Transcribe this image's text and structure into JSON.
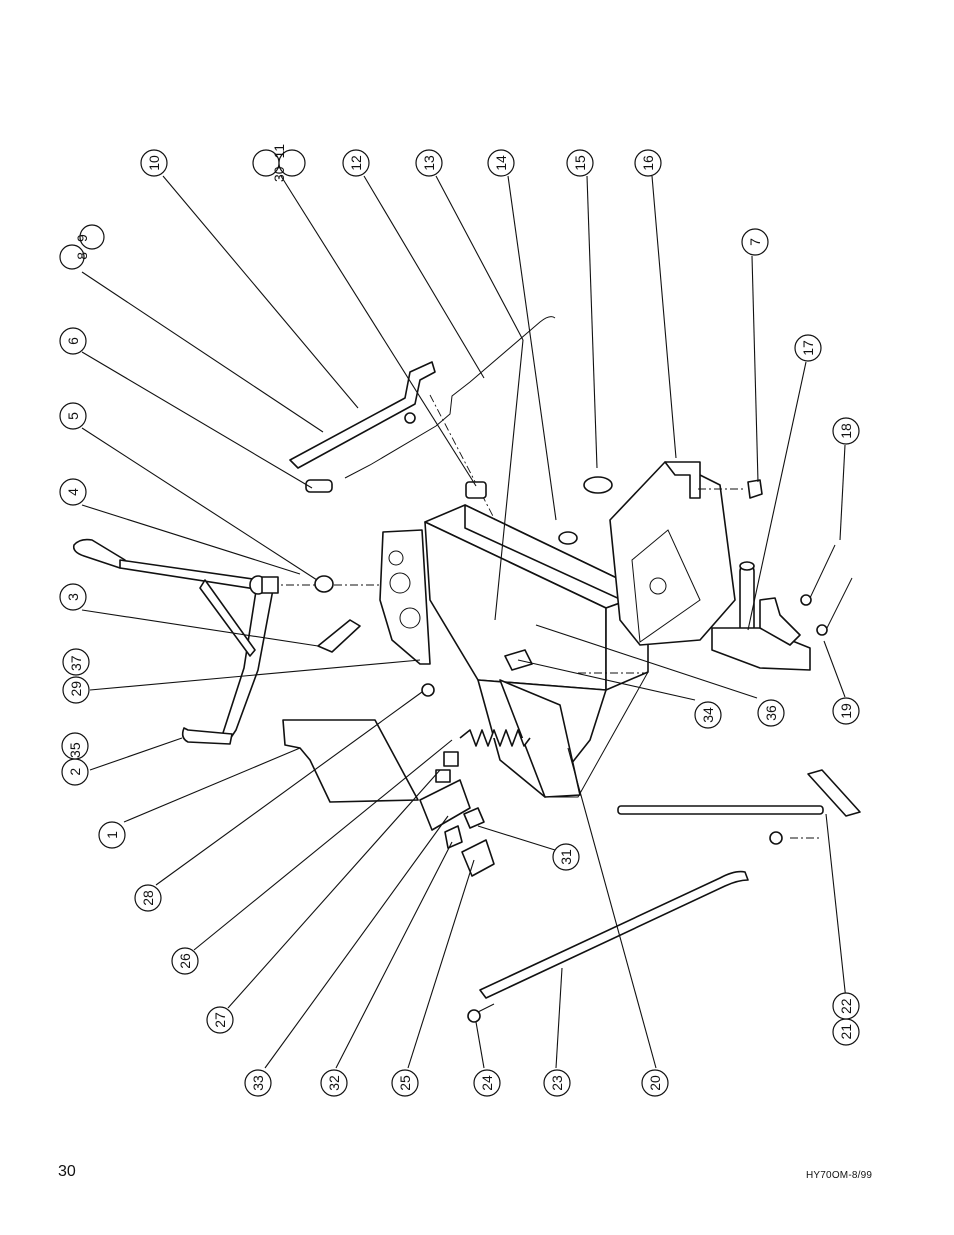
{
  "page": {
    "number": "30",
    "code": "HY70OM-8/99"
  },
  "callouts": [
    {
      "id": "c10",
      "label": "10"
    },
    {
      "id": "c30-11",
      "label": "30 11"
    },
    {
      "id": "c12",
      "label": "12"
    },
    {
      "id": "c13",
      "label": "13"
    },
    {
      "id": "c14",
      "label": "14"
    },
    {
      "id": "c15",
      "label": "15"
    },
    {
      "id": "c16",
      "label": "16"
    },
    {
      "id": "c8-9",
      "label": "8 9"
    },
    {
      "id": "c7",
      "label": "7"
    },
    {
      "id": "c6",
      "label": "6"
    },
    {
      "id": "c17",
      "label": "17"
    },
    {
      "id": "c5",
      "label": "5"
    },
    {
      "id": "c18",
      "label": "18"
    },
    {
      "id": "c4",
      "label": "4"
    },
    {
      "id": "c3",
      "label": "3"
    },
    {
      "id": "c29-37",
      "label": "29 37"
    },
    {
      "id": "c34",
      "label": "34"
    },
    {
      "id": "c36",
      "label": "36"
    },
    {
      "id": "c19",
      "label": "19"
    },
    {
      "id": "c2-35",
      "label": "2 35"
    },
    {
      "id": "c1",
      "label": "1"
    },
    {
      "id": "c31",
      "label": "31"
    },
    {
      "id": "c28",
      "label": "28"
    },
    {
      "id": "c26",
      "label": "26"
    },
    {
      "id": "c27",
      "label": "27"
    },
    {
      "id": "c21-22",
      "label": "21 22"
    },
    {
      "id": "c33",
      "label": "33"
    },
    {
      "id": "c32",
      "label": "32"
    },
    {
      "id": "c25",
      "label": "25"
    },
    {
      "id": "c24",
      "label": "24"
    },
    {
      "id": "c23",
      "label": "23"
    },
    {
      "id": "c20",
      "label": "20"
    }
  ]
}
